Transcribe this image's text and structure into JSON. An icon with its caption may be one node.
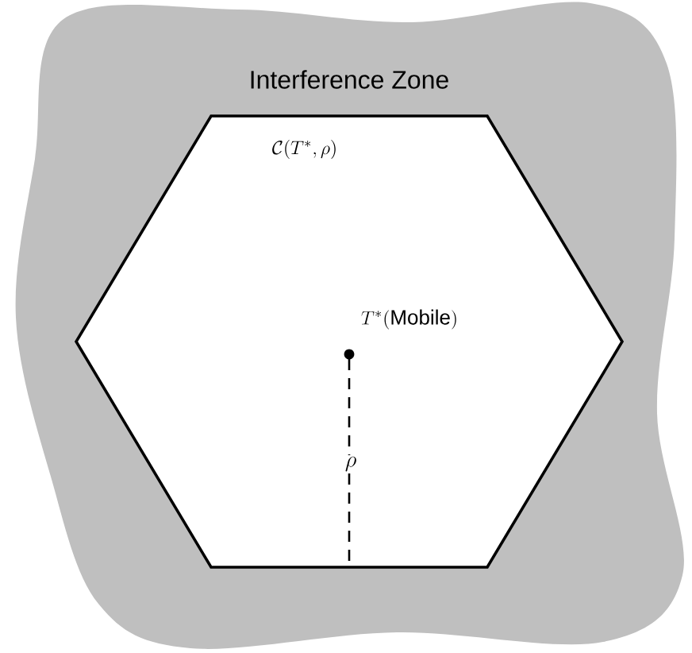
{
  "diagram": {
    "nodes": [
      {
        "text": [
          "Interference Zone"
        ]
      },
      {
        "text": [
          "\\mathcal{C}(T^*, \\rho)"
        ],
        "in": 0
      },
      {
        "text": [
          "T^*(\\mathrm{Mobile})"
        ],
        "in": 1
      }
    ],
    "labels": [
      "\\rho"
    ]
  }
}
